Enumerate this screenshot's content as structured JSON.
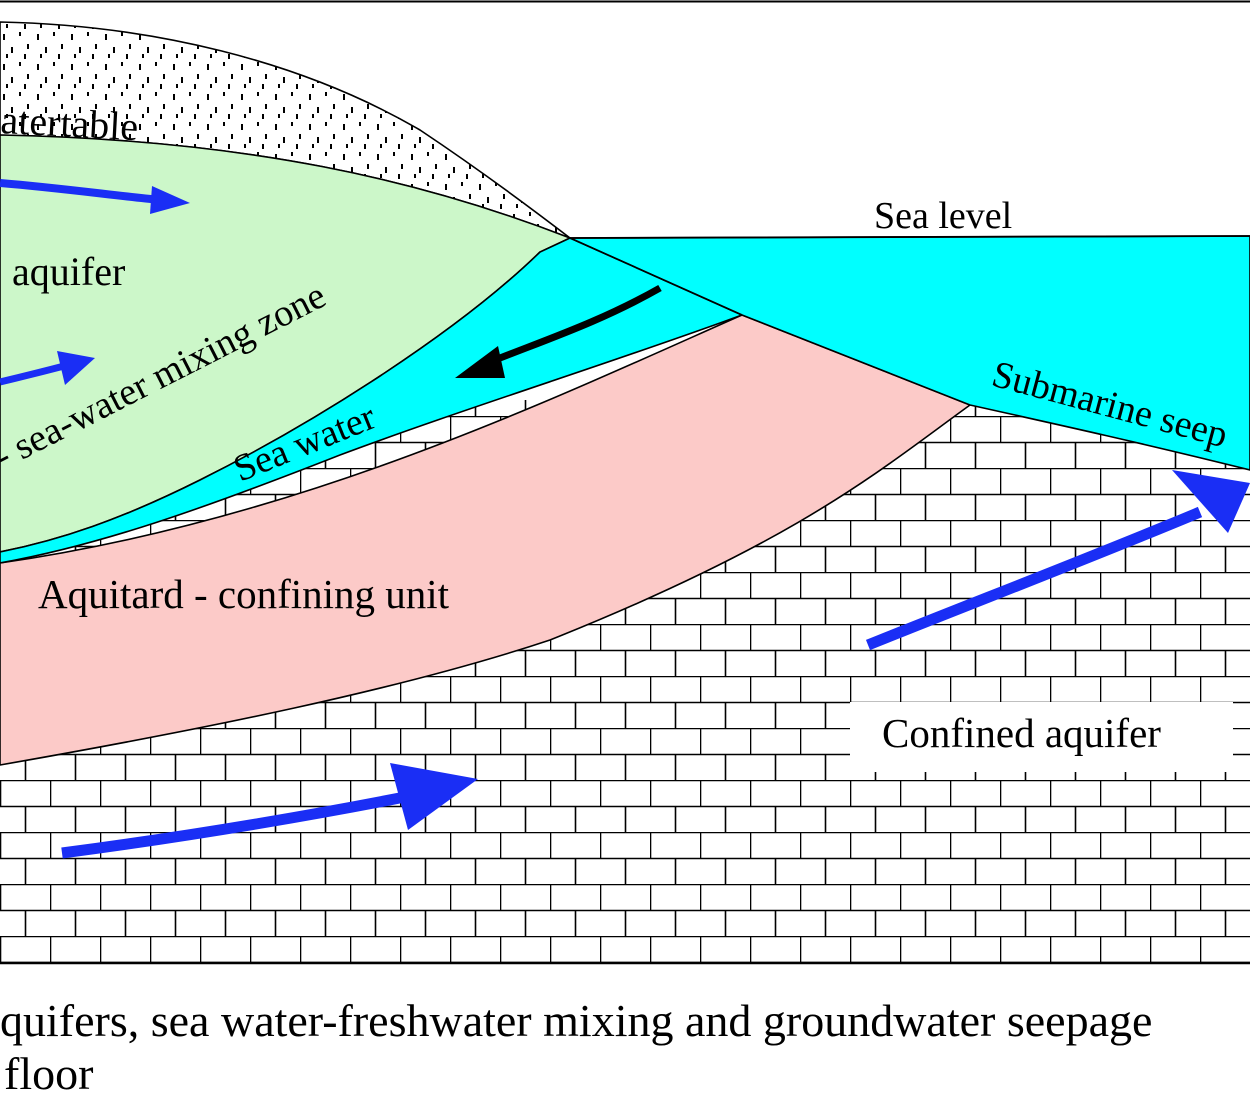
{
  "labels": {
    "water_table": "atertable",
    "unconfined_aquifer": ". aquifer",
    "mixing_zone": "- sea-water mixing zone",
    "sea_water": "Sea water",
    "sea_level": "Sea level",
    "submarine_seepage": "Submarine seep",
    "aquitard": "Aquitard - confining unit",
    "confined_aquifer": "Confined aquifer"
  },
  "caption": {
    "line1": "quifers, sea water-freshwater mixing and groundwater seepage",
    "line2": "floor"
  },
  "colors": {
    "unconfined_aquifer": "#ccf7c9",
    "sea_water": "#00ffff",
    "aquitard": "#fccac8",
    "fresh_flow_arrow": "#1a2ef5",
    "sea_flow_arrow": "#000000"
  }
}
